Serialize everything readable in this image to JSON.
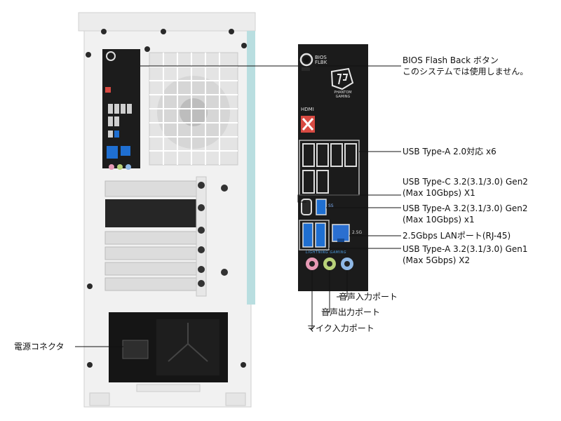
{
  "labels": {
    "bios_line1": "BIOS Flash Back ボタン",
    "bios_line2": "このシステムでは使用しません。",
    "usb_a20": "USB Type-A 2.0対応 x6",
    "usb_c_line1": "USB Type-C 3.2(3.1/3.0) Gen2",
    "usb_c_line2": "(Max 10Gbps) X1",
    "usb_a_gen2_line1": "USB Type-A 3.2(3.1/3.0) Gen2",
    "usb_a_gen2_line2": "(Max 10Gbps) x1",
    "lan": "2.5Gbps LANポート(RJ-45)",
    "usb_a_gen1_line1": "USB Type-A 3.2(3.1/3.0) Gen1",
    "usb_a_gen1_line2": "(Max 5Gbps) X2",
    "audio_in": "音声入力ポート",
    "audio_out": "音声出力ポート",
    "mic_in": "マイク入力ポート",
    "power": "電源コネクタ"
  },
  "panel": {
    "bios_text_1": "BIOS",
    "bios_text_2": "FLBK",
    "brand_text_1": "PHANTOM",
    "brand_text_2": "GAMING",
    "hdmi": "HDMI",
    "usb_logo": "SS",
    "lan_speed": "2.5G",
    "lightning": "LIGHTNING GAMING"
  },
  "colors": {
    "case": "#f2f2f2",
    "panel": "#1b1b1b",
    "usb3_blue": "#1f6fd1",
    "audio_pink": "#e79ab5",
    "audio_green": "#b9d279",
    "audio_blue": "#8fb8e6",
    "hdmi_red": "#d84a42"
  }
}
